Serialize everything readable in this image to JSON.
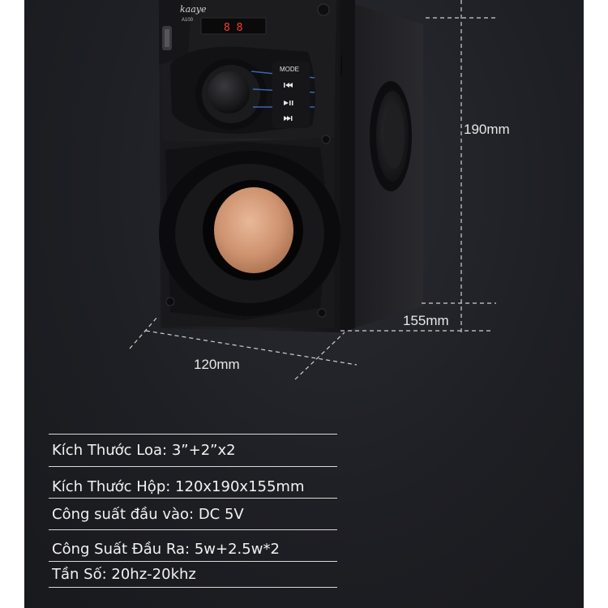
{
  "product": {
    "brand_logo_text": "kaaye",
    "model_text": "A100",
    "display_readout": "8 8",
    "mode_label": "MODE"
  },
  "dimensions": {
    "height": "190mm",
    "depth": "155mm",
    "width": "120mm"
  },
  "specs": [
    {
      "label": "Kích Thước Loa: ",
      "value": "3”+2”x2"
    },
    {
      "label": "Kích Thước Hộp: ",
      "value": "120x190x155mm"
    },
    {
      "label": "Công suất đầu vào: ",
      "value": "DC 5V"
    },
    {
      "label": "Công Suất Đầu Ra: ",
      "value": "5w+2.5w*2"
    },
    {
      "label": "Tần Số: ",
      "value": "20hz-20khz"
    }
  ],
  "colors": {
    "background": "#1c1d22",
    "speaker_body": "#141416",
    "woofer_cone": "#d39b7a",
    "accent_blue": "#4a7bd8",
    "display_red": "#ff3b2f"
  }
}
